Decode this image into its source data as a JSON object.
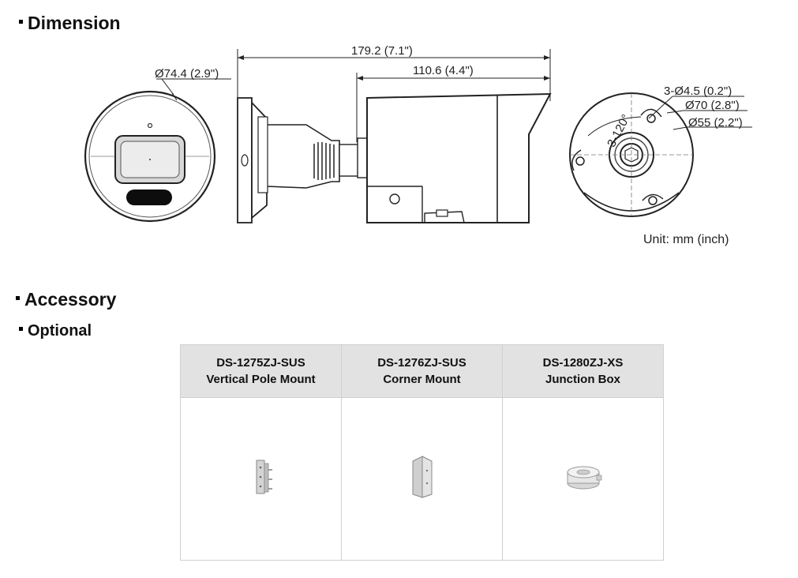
{
  "sections": {
    "dimension_title": "Dimension",
    "accessory_title": "Accessory",
    "optional_title": "Optional"
  },
  "dimensions": {
    "front_diameter": "Ø74.4 (2.9\")",
    "overall_length": "179.2 (7.1\")",
    "body_length": "110.6 (4.4\")",
    "hole_spec": "3-Ø4.5 (0.2\")",
    "base_outer": "Ø70 (2.8\")",
    "base_inner": "Ø55 (2.2\")",
    "hole_angle": "3-120°",
    "unit_note": "Unit: mm (inch)"
  },
  "accessories": [
    {
      "model": "DS-1275ZJ-SUS",
      "name": "Vertical Pole Mount",
      "icon": "pole-mount-icon"
    },
    {
      "model": "DS-1276ZJ-SUS",
      "name": "Corner Mount",
      "icon": "corner-mount-icon"
    },
    {
      "model": "DS-1280ZJ-XS",
      "name": "Junction Box",
      "icon": "junction-box-icon"
    }
  ]
}
